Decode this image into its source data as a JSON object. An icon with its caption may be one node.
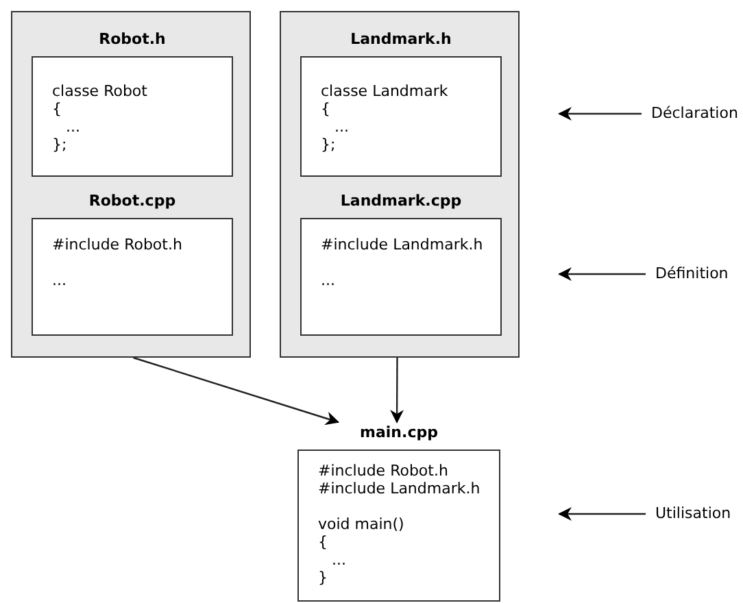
{
  "diagram": {
    "nodes": [
      {
        "text": [],
        "shape": "box"
      },
      {
        "text": [
          "Robot.h",
          "classe Robot",
          "{",
          "...",
          "};"
        ],
        "in": 0
      },
      {
        "text": [
          "Robot.cpp",
          "#include Robot.h",
          "..."
        ],
        "in": 0
      },
      {
        "text": [],
        "shape": "box"
      },
      {
        "text": [
          "Landmark.h",
          "classe Landmark",
          "{",
          "...",
          "};"
        ],
        "in": 3
      },
      {
        "text": [
          "Landmark.cpp",
          "#include Landmark.h",
          "..."
        ],
        "in": 3
      },
      {
        "text": [
          "main.cpp",
          "#include Robot.h",
          "#include Landmark.h",
          "void main()",
          "{",
          "...",
          "}"
        ]
      },
      {
        "text": [
          "Déclaration"
        ]
      },
      {
        "text": [
          "Définition"
        ]
      },
      {
        "text": [
          "Utilisation"
        ]
      }
    ],
    "edges": [
      {
        "from": 0,
        "to": 6,
        "arrow": "to"
      },
      {
        "from": 3,
        "to": 6,
        "arrow": "to"
      },
      {
        "from": 7,
        "to": null,
        "arrow": "to"
      },
      {
        "from": 8,
        "to": null,
        "arrow": "to"
      },
      {
        "from": 9,
        "to": null,
        "arrow": "to"
      }
    ]
  }
}
